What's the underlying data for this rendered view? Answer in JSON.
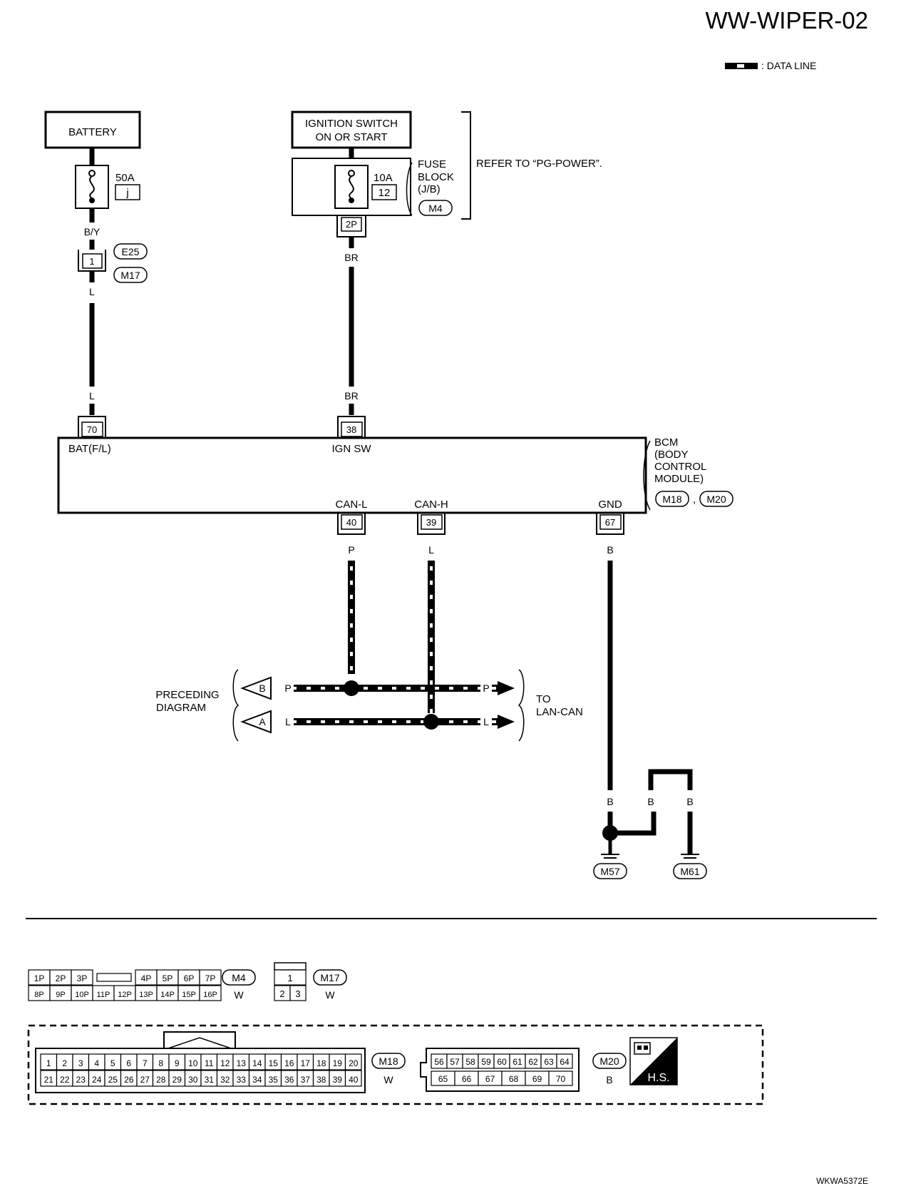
{
  "title": "WW-WIPER-02",
  "legend": {
    "data_line": ": DATA LINE"
  },
  "battery": {
    "label": "BATTERY",
    "fuse_amp": "50A",
    "fuse_id": "j",
    "wire_top": "B/Y",
    "wire": "L"
  },
  "joint_connector": {
    "pin": "1",
    "refs": [
      "E25",
      "M17"
    ]
  },
  "ignition": {
    "label_line1": "IGNITION SWITCH",
    "label_line2": "ON OR START",
    "fuse_amp": "10A",
    "fuse_id": "12",
    "fuse_block": [
      "FUSE",
      "BLOCK",
      "(J/B)"
    ],
    "fuse_block_ref": "M4",
    "out_pin": "2P",
    "wire": "BR",
    "refer_to": "REFER TO “PG-POWER”."
  },
  "bcm": {
    "label": [
      "BCM",
      "(BODY",
      "CONTROL",
      "MODULE)"
    ],
    "refs": [
      "M18",
      "M20"
    ],
    "separator": ",",
    "pins": {
      "bat_pin": "70",
      "bat_label": "BAT(F/L)",
      "ign_pin": "38",
      "ign_label": "IGN SW",
      "canl_pin": "40",
      "canl_label": "CAN-L",
      "canh_pin": "39",
      "canh_label": "CAN-H",
      "gnd_pin": "67",
      "gnd_label": "GND"
    }
  },
  "can": {
    "p_wire": "P",
    "l_wire": "L",
    "left_label": [
      "PRECEDING",
      "DIAGRAM"
    ],
    "right_label": [
      "TO",
      "LAN-CAN"
    ],
    "left_arrows": [
      "B",
      "A"
    ]
  },
  "ground": {
    "wire": "B",
    "refs": [
      "M57",
      "M61"
    ]
  },
  "connectors": {
    "m4": {
      "top": [
        "1P",
        "2P",
        "3P",
        "4P",
        "5P",
        "6P",
        "7P"
      ],
      "bottom": [
        "8P",
        "9P",
        "10P",
        "11P",
        "12P",
        "13P",
        "14P",
        "15P",
        "16P"
      ],
      "ref": "M4",
      "color": "W"
    },
    "m17": {
      "top": [
        "1"
      ],
      "bottom": [
        "2",
        "3"
      ],
      "ref": "M17",
      "color": "W"
    },
    "m18": {
      "top": [
        "1",
        "2",
        "3",
        "4",
        "5",
        "6",
        "7",
        "8",
        "9",
        "10",
        "11",
        "12",
        "13",
        "14",
        "15",
        "16",
        "17",
        "18",
        "19",
        "20"
      ],
      "bottom": [
        "21",
        "22",
        "23",
        "24",
        "25",
        "26",
        "27",
        "28",
        "29",
        "30",
        "31",
        "32",
        "33",
        "34",
        "35",
        "36",
        "37",
        "38",
        "39",
        "40"
      ],
      "ref": "M18",
      "color": "W"
    },
    "m20": {
      "top": [
        "56",
        "57",
        "58",
        "59",
        "60",
        "61",
        "62",
        "63",
        "64"
      ],
      "bottom": [
        "65",
        "66",
        "67",
        "68",
        "69",
        "70"
      ],
      "ref": "M20",
      "color": "B"
    },
    "hs_label": "H.S."
  },
  "figure_code": "WKWA5372E"
}
